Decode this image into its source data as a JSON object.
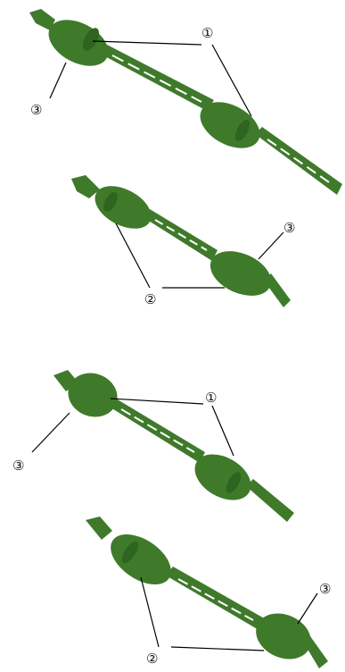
{
  "colors": {
    "shaft": "#3f7a2b",
    "shaft_dark": "#2f6420",
    "highlight": "#ffffff",
    "line": "#000000"
  },
  "callouts": {
    "one": "①",
    "two": "②",
    "three": "③"
  },
  "figures": [
    {
      "id": "shaft-a"
    },
    {
      "id": "shaft-b"
    },
    {
      "id": "shaft-c"
    },
    {
      "id": "shaft-d"
    }
  ]
}
